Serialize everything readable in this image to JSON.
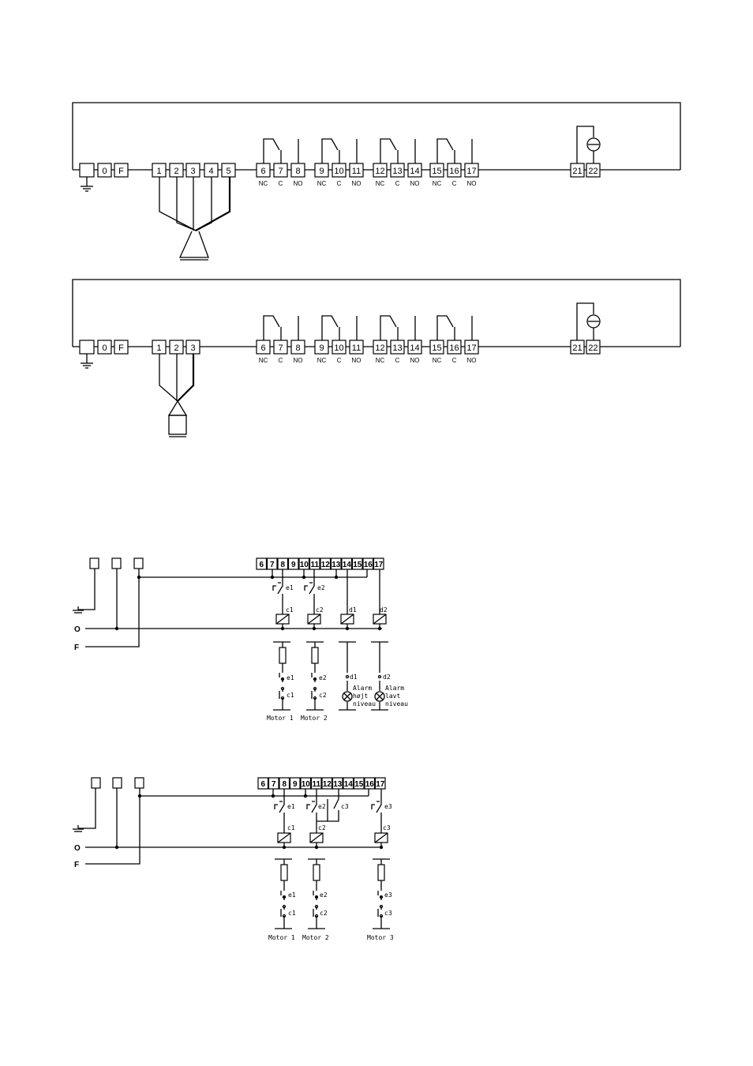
{
  "diagram1": {
    "terminals": [
      "",
      "0",
      "F",
      "1",
      "2",
      "3",
      "4",
      "5",
      "6",
      "7",
      "8",
      "9",
      "10",
      "11",
      "12",
      "13",
      "14",
      "15",
      "16",
      "17",
      "21",
      "22"
    ],
    "relay_labels": [
      "NC",
      "C",
      "NO"
    ]
  },
  "diagram2": {
    "terminals": [
      "",
      "0",
      "F",
      "1",
      "2",
      "3",
      "6",
      "7",
      "8",
      "9",
      "10",
      "11",
      "12",
      "13",
      "14",
      "15",
      "16",
      "17",
      "21",
      "22"
    ],
    "relay_labels": [
      "NC",
      "C",
      "NO"
    ]
  },
  "diagram3": {
    "terminals": [
      "6",
      "7",
      "8",
      "9",
      "10",
      "11",
      "12",
      "13",
      "14",
      "15",
      "16",
      "17"
    ],
    "supply_labels": [
      "O",
      "F"
    ],
    "contact_labels": [
      "e1",
      "e2"
    ],
    "coil_labels": [
      "c1",
      "c2",
      "d1",
      "d2"
    ],
    "load_contact_labels": [
      "e1",
      "c1",
      "e2",
      "c2",
      "d1",
      "d2"
    ],
    "alarm_high": [
      "Alarm",
      "højt",
      "niveau"
    ],
    "alarm_low": [
      "Alarm",
      "lavt",
      "niveau"
    ],
    "motor_labels": [
      "Motor 1",
      "Motor 2"
    ]
  },
  "diagram4": {
    "terminals": [
      "6",
      "7",
      "8",
      "9",
      "10",
      "11",
      "12",
      "13",
      "14",
      "15",
      "16",
      "17"
    ],
    "supply_labels": [
      "O",
      "F"
    ],
    "contact_labels": [
      "e1",
      "e2",
      "c3",
      "e3"
    ],
    "coil_labels": [
      "c1",
      "c2",
      "c3"
    ],
    "load_contact_labels": [
      "e1",
      "c1",
      "e2",
      "c2",
      "e3",
      "c3"
    ],
    "motor_labels": [
      "Motor 1",
      "Motor 2",
      "Motor 3"
    ]
  }
}
